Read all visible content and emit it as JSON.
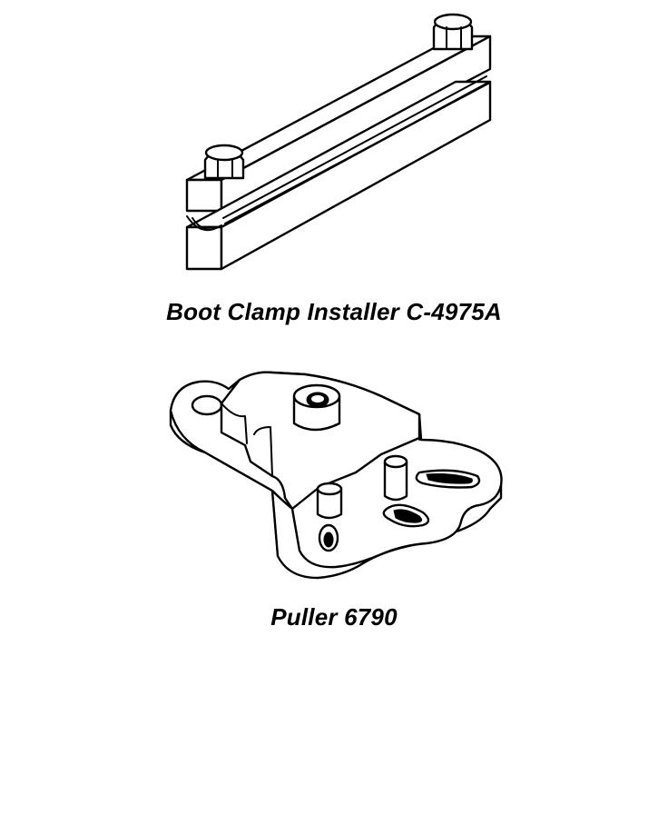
{
  "illustrations": [
    {
      "caption": "Boot Clamp Installer C-4975A",
      "icon": "boot-clamp-installer-drawing"
    },
    {
      "caption": "Puller 6790",
      "icon": "puller-drawing"
    }
  ],
  "colors": {
    "ink": "#000000",
    "paper": "#ffffff"
  }
}
